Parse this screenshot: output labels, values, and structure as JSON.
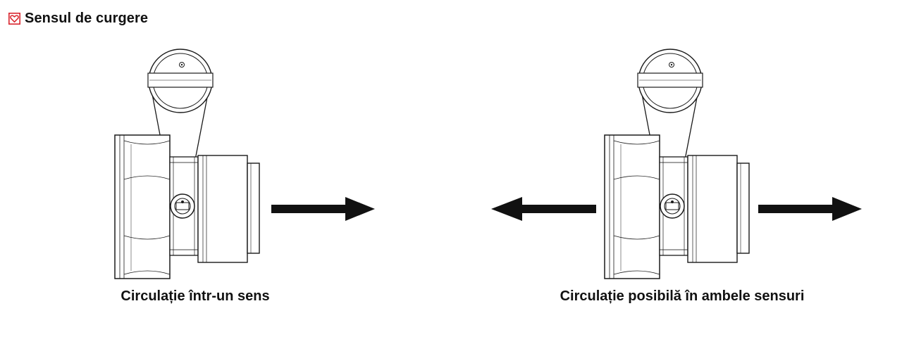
{
  "header": {
    "title": "Sensul de curgere",
    "icon": "heart-checkbox-icon",
    "icon_color": "#d9262e"
  },
  "diagrams": [
    {
      "caption": "Circulație într-un sens",
      "flow": "one-way"
    },
    {
      "caption": "Circulație posibilă în ambele sensuri",
      "flow": "two-way"
    }
  ],
  "colors": {
    "line": "#1a1a1a",
    "arrow": "#111111"
  }
}
